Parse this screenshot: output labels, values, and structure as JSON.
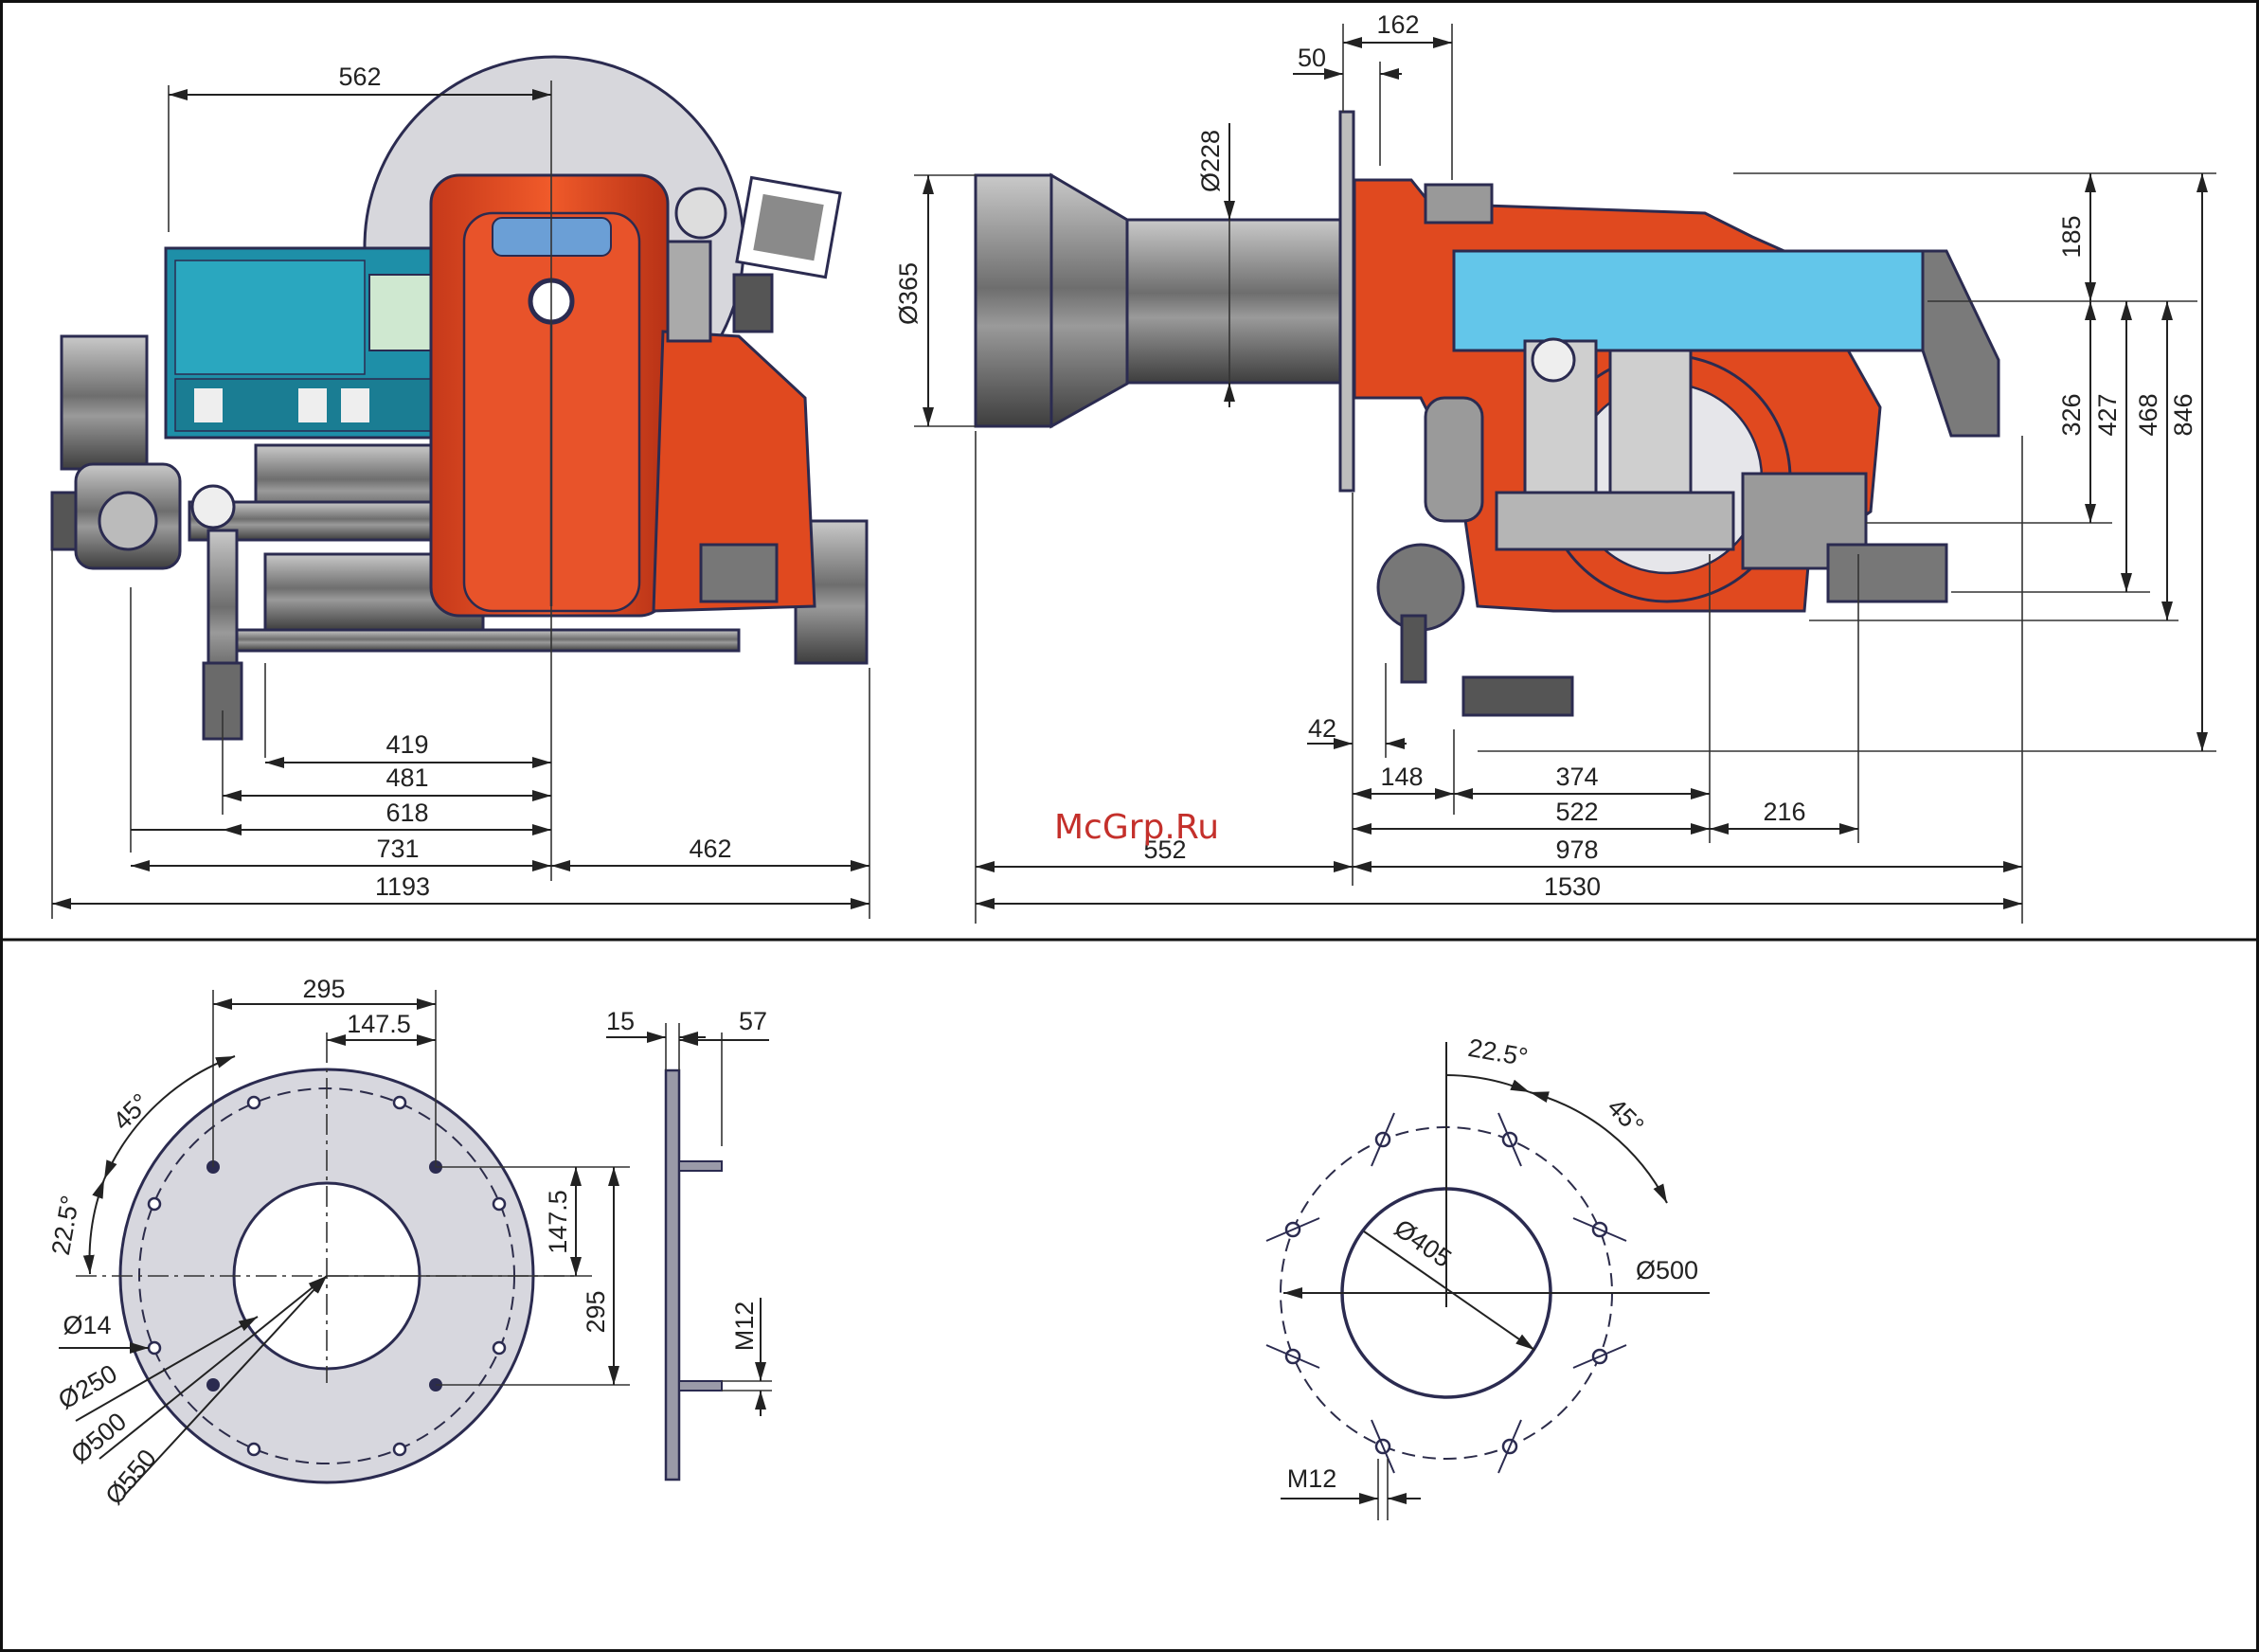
{
  "watermark": "McGrp.Ru",
  "front_view": {
    "dims": {
      "d562": "562",
      "d419": "419",
      "d481": "481",
      "d618": "618",
      "d731": "731",
      "d462": "462",
      "d1193": "1193"
    }
  },
  "side_view": {
    "dims": {
      "d162": "162",
      "d50": "50",
      "dia228": "Ø228",
      "dia365": "Ø365",
      "d185": "185",
      "d326": "326",
      "d427": "427",
      "d468": "468",
      "d846": "846",
      "d42": "42",
      "d148": "148",
      "d374": "374",
      "d522": "522",
      "d216": "216",
      "d552": "552",
      "d978": "978",
      "d1530": "1530"
    }
  },
  "flange_view": {
    "dims": {
      "d295_top": "295",
      "d147_5_top": "147.5",
      "a45": "45°",
      "a22_5": "22.5°",
      "d147_5_side": "147.5",
      "d295_side": "295",
      "dia14": "Ø14",
      "dia250": "Ø250",
      "dia500": "Ø500",
      "dia550": "Ø550"
    }
  },
  "flange_section": {
    "dims": {
      "d15": "15",
      "d57": "57",
      "m12": "M12"
    }
  },
  "boiler_plate": {
    "dims": {
      "a22_5": "22.5°",
      "a45": "45°",
      "dia405": "Ø405",
      "dia500": "Ø500",
      "m12": "M12"
    }
  },
  "colors": {
    "burner_body": "#e0491f",
    "control_panel": "#1e8fa8",
    "blower_box": "#63c6ea",
    "steel": "#8a8a8a",
    "watermark": "#c4302b"
  }
}
